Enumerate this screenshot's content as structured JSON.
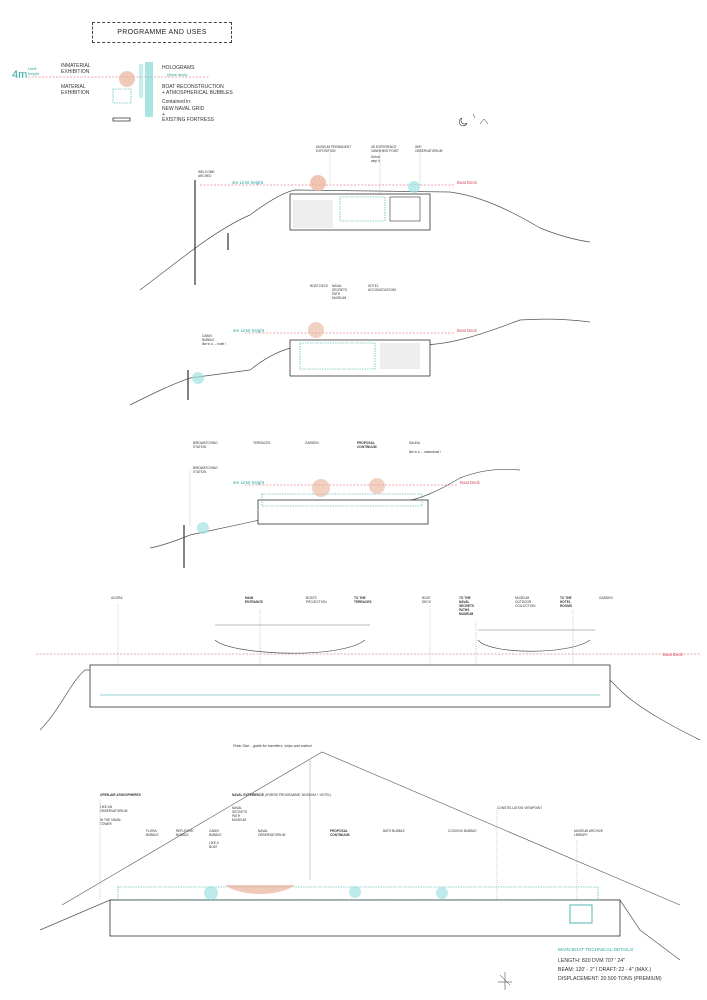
{
  "title": "PROGRAMME AND USES",
  "legend": {
    "limit_value": "4m",
    "limit_label": "Limit\nheight",
    "boat_deck_tag": "(Boat deck)",
    "immaterial": "INMATERIAL\nEXHIBITION",
    "material": "MATERIAL\nEXHIBITION",
    "items": [
      "HOLOGRAMS",
      "BOAT RECONSTRUCTION\n+ ATMOSPHERICAL BUBBLES",
      "Contained in:",
      "NEW NAVAL GRID\n+",
      "EXISTING FORTRESS"
    ]
  },
  "limit_height_label": "4m Limit height",
  "boat_deck_label": "Boat Deck",
  "section1": {
    "labels": [
      "MUSEUM PERMANENT\nEXPOSITION",
      "4D EXPERIENCE\nVANISHING POINT",
      "WiFi\nOBSERVATORIUM",
      "WELCOME\nARCHED",
      "Debut\nstep II"
    ]
  },
  "section2": {
    "labels": [
      "BOAT DECK",
      "NAVAL\nSECRETS\nPATH\nMUSEUM",
      "HOTEL\nACCOMODATIONS",
      "CABIN\nBUBBLE",
      "like in a ... hotel !"
    ]
  },
  "section3": {
    "labels": [
      "BIRDWATCHING\nSTATION",
      "TERRACES",
      "GARDEN",
      "PROPOSAL\nCONTINUUM",
      "SAUNA",
      "like in a ... steamboat !",
      "BIRDWATCHING\nSTATION"
    ]
  },
  "section4": {
    "labels": [
      "AGORA",
      "MAIN\nENTRANCE",
      "BOATS\nPROJECTION",
      "TO THE\nTERRACES",
      "BOAT\nDECK",
      "TO THE\nNAVAL\nSECRETS\nPATHS\nMUSEUM",
      "MUSEUM\nOUTDOOR\nCOLLECTION",
      "TO THE\nHOTEL\nROOMS",
      "GARDEN"
    ]
  },
  "section5": {
    "polar_note": "Polar Star... guide for travellers, ships and sailors!",
    "labels": [
      "OPEN-AIR ATMOSPHERES",
      "LIKE AN\nOBSERVATORIUM",
      "IN THE NAVAL\nTOWER",
      "FLORA\nBUBBLE",
      "REFLEXIVE\nBUBBLE",
      "CABIN\nBUBBLE",
      "LIKE A\nBOAT",
      "NAVAL\nSECRETS\nPATH\nMUSEUM",
      "NAVAL\nOBSERVATORIUM",
      "PROPOSAL\nCONTINUUM",
      "BATH BUBBLE",
      "COOKING BUBBLE",
      "CONSTELLATION VIEWPOINT",
      "MUSEUM ARCHIVE\nLIBRARY"
    ],
    "experience_bold": "NAVAL EXPERIENCE",
    "experience_rest": " (HYBRID PROGRAMME: MUSEUM + HOTEL)"
  },
  "tech": {
    "heading": "MAIN BOAT TECHNICAL DETAILS",
    "lines": [
      "LENGTH: 820 DVM 707 ' 24\"",
      "BEAM: 120' - 2\"  I   DRAFT: 22 - 4\"  (MAX.)",
      "DISPLACEMENT:  20.500 TONS  (PREMIUM)"
    ]
  },
  "colors": {
    "accent": "#2aa5a0",
    "deck": "#d14a5a",
    "boat": "#c98b6b"
  }
}
